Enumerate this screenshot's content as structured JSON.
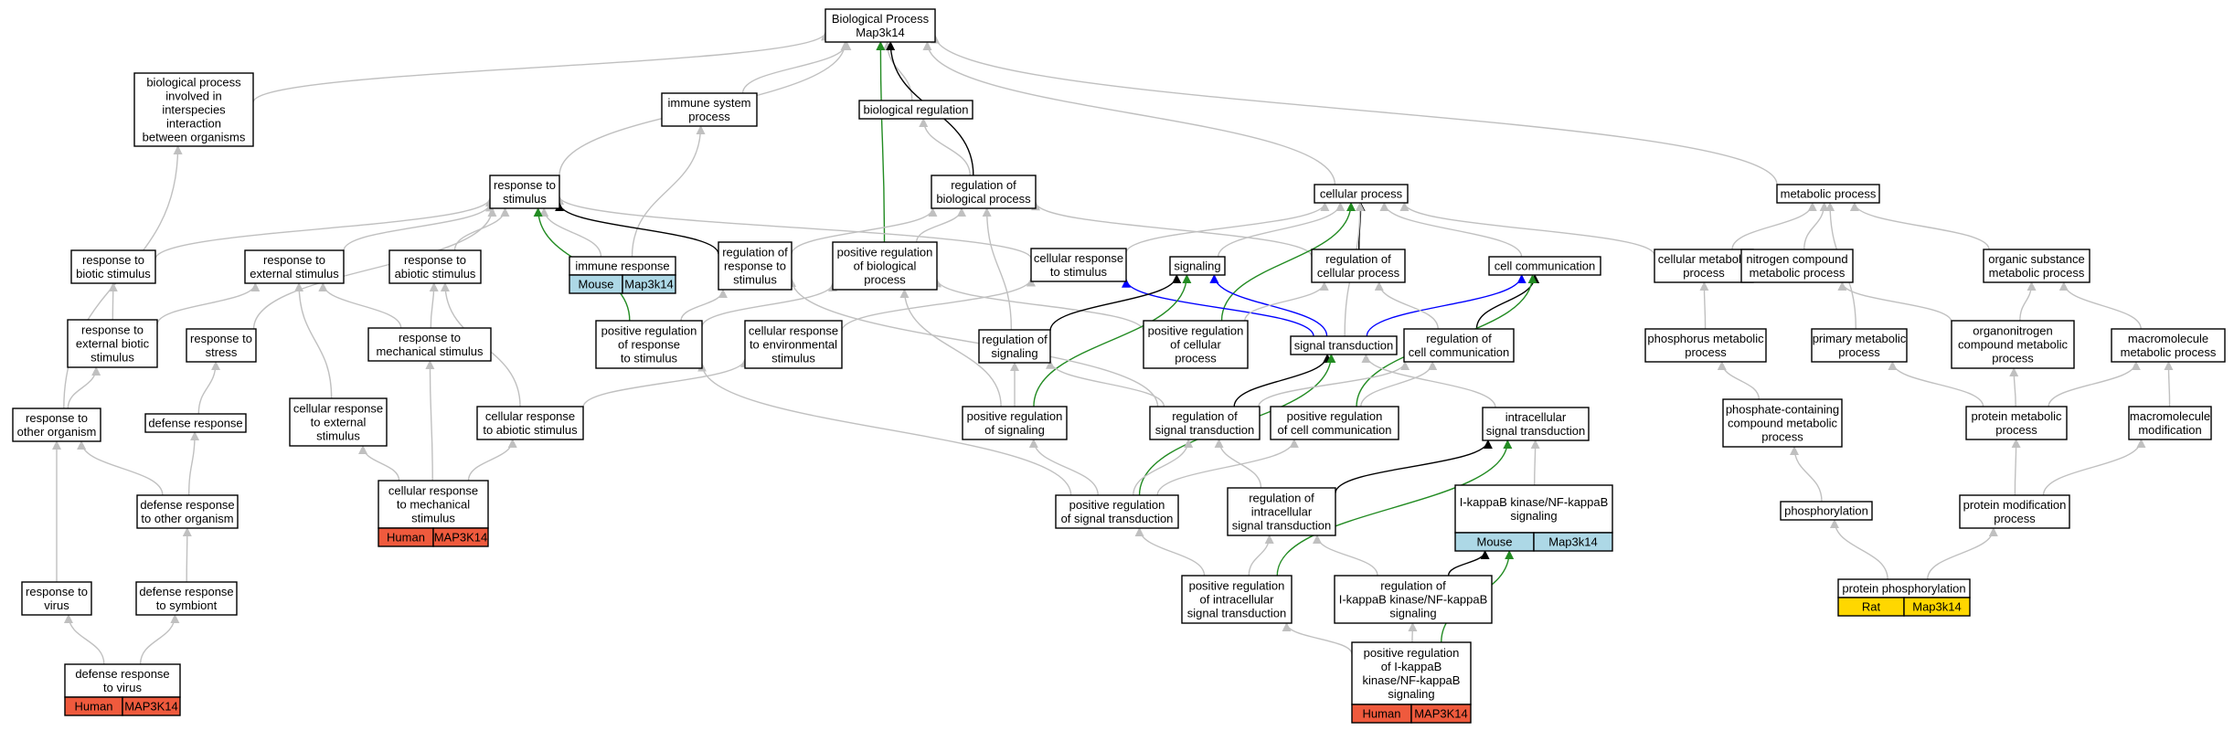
{
  "colors": {
    "gray": "#c0c0c0",
    "black": "#000000",
    "green": "#228b22",
    "blue": "#0000ff",
    "human": "#ef5a3d",
    "mouse": "#add8e6",
    "rat": "#ffd700"
  },
  "nodes": [
    {
      "id": "bp",
      "lines": [
        "Biological Process",
        "Map3k14"
      ]
    },
    {
      "id": "interspecies",
      "lines": [
        "biological process",
        "involved in",
        "interspecies",
        "interaction",
        "between organisms"
      ]
    },
    {
      "id": "immune_sys",
      "lines": [
        "immune system",
        "process"
      ]
    },
    {
      "id": "bio_reg",
      "lines": [
        "biological regulation"
      ]
    },
    {
      "id": "resp_stim",
      "lines": [
        "response to",
        "stimulus"
      ]
    },
    {
      "id": "reg_bio",
      "lines": [
        "regulation of",
        "biological process"
      ]
    },
    {
      "id": "cell_proc",
      "lines": [
        "cellular process"
      ]
    },
    {
      "id": "metab",
      "lines": [
        "metabolic process"
      ]
    },
    {
      "id": "resp_biotic",
      "lines": [
        "response to",
        "biotic stimulus"
      ]
    },
    {
      "id": "resp_ext",
      "lines": [
        "response to",
        "external stimulus"
      ]
    },
    {
      "id": "resp_abiotic",
      "lines": [
        "response to",
        "abiotic stimulus"
      ]
    },
    {
      "id": "immune_resp",
      "lines": [
        "immune response"
      ],
      "tags": [
        {
          "species": "Mouse",
          "gene": "Map3k14",
          "color": "mouse"
        }
      ]
    },
    {
      "id": "reg_resp_stim",
      "lines": [
        "regulation of",
        "response to",
        "stimulus"
      ]
    },
    {
      "id": "pos_reg_bio",
      "lines": [
        "positive regulation",
        "of biological",
        "process"
      ]
    },
    {
      "id": "cell_resp_stim",
      "lines": [
        "cellular response",
        "to stimulus"
      ]
    },
    {
      "id": "signaling",
      "lines": [
        "signaling"
      ]
    },
    {
      "id": "reg_cell_proc",
      "lines": [
        "regulation of",
        "cellular process"
      ]
    },
    {
      "id": "cell_comm",
      "lines": [
        "cell communication"
      ]
    },
    {
      "id": "cell_metab",
      "lines": [
        "cellular metabolic",
        "process"
      ]
    },
    {
      "id": "nitro",
      "lines": [
        "nitrogen compound",
        "metabolic process"
      ]
    },
    {
      "id": "org_sub",
      "lines": [
        "organic substance",
        "metabolic process"
      ]
    },
    {
      "id": "resp_ext_biotic",
      "lines": [
        "response to",
        "external biotic",
        "stimulus"
      ]
    },
    {
      "id": "resp_stress",
      "lines": [
        "response to",
        "stress"
      ]
    },
    {
      "id": "resp_mech",
      "lines": [
        "response to",
        "mechanical stimulus"
      ]
    },
    {
      "id": "pos_reg_resp_stim",
      "lines": [
        "positive regulation",
        "of response",
        "to stimulus"
      ]
    },
    {
      "id": "cell_resp_env",
      "lines": [
        "cellular response",
        "to environmental",
        "stimulus"
      ]
    },
    {
      "id": "reg_signaling",
      "lines": [
        "regulation of",
        "signaling"
      ]
    },
    {
      "id": "pos_reg_cell_proc",
      "lines": [
        "positive regulation",
        "of cellular",
        "process"
      ]
    },
    {
      "id": "sig_trans",
      "lines": [
        "signal transduction"
      ]
    },
    {
      "id": "reg_cell_comm",
      "lines": [
        "regulation of",
        "cell communication"
      ]
    },
    {
      "id": "phos_metab",
      "lines": [
        "phosphorus metabolic",
        "process"
      ]
    },
    {
      "id": "prim_metab",
      "lines": [
        "primary metabolic",
        "process"
      ]
    },
    {
      "id": "organonitro",
      "lines": [
        "organonitrogen",
        "compound metabolic",
        "process"
      ]
    },
    {
      "id": "macro_metab",
      "lines": [
        "macromolecule",
        "metabolic process"
      ]
    },
    {
      "id": "resp_other_org",
      "lines": [
        "response to",
        "other organism"
      ]
    },
    {
      "id": "defense_resp",
      "lines": [
        "defense response"
      ]
    },
    {
      "id": "cell_resp_ext",
      "lines": [
        "cellular response",
        "to external",
        "stimulus"
      ]
    },
    {
      "id": "cell_resp_abiotic",
      "lines": [
        "cellular response",
        "to abiotic stimulus"
      ]
    },
    {
      "id": "pos_reg_signaling",
      "lines": [
        "positive regulation",
        "of signaling"
      ]
    },
    {
      "id": "reg_sig_trans",
      "lines": [
        "regulation of",
        "signal transduction"
      ]
    },
    {
      "id": "pos_reg_cell_comm",
      "lines": [
        "positive regulation",
        "of cell communication"
      ]
    },
    {
      "id": "intra_sig",
      "lines": [
        "intracellular",
        "signal transduction"
      ]
    },
    {
      "id": "phosphate",
      "lines": [
        "phosphate-containing",
        "compound metabolic",
        "process"
      ]
    },
    {
      "id": "prot_metab",
      "lines": [
        "protein metabolic",
        "process"
      ]
    },
    {
      "id": "macro_mod",
      "lines": [
        "macromolecule",
        "modification"
      ]
    },
    {
      "id": "def_other_org",
      "lines": [
        "defense response",
        "to other organism"
      ]
    },
    {
      "id": "cell_resp_mech",
      "lines": [
        "cellular response",
        "to mechanical",
        "stimulus"
      ],
      "tags": [
        {
          "species": "Human",
          "gene": "MAP3K14",
          "color": "human"
        }
      ]
    },
    {
      "id": "pos_reg_sig_trans",
      "lines": [
        "positive regulation",
        "of signal transduction"
      ]
    },
    {
      "id": "reg_intra_sig",
      "lines": [
        "regulation of",
        "intracellular",
        "signal transduction"
      ]
    },
    {
      "id": "ikb_sig",
      "lines": [
        "I-kappaB kinase/NF-kappaB",
        "signaling"
      ],
      "tags": [
        {
          "species": "Mouse",
          "gene": "Map3k14",
          "color": "mouse"
        }
      ]
    },
    {
      "id": "phosphorylation",
      "lines": [
        "phosphorylation"
      ]
    },
    {
      "id": "prot_mod",
      "lines": [
        "protein modification",
        "process"
      ]
    },
    {
      "id": "resp_virus",
      "lines": [
        "response to",
        "virus"
      ]
    },
    {
      "id": "def_symbiont",
      "lines": [
        "defense response",
        "to symbiont"
      ]
    },
    {
      "id": "pos_reg_intra_sig",
      "lines": [
        "positive regulation",
        "of intracellular",
        "signal transduction"
      ]
    },
    {
      "id": "reg_ikb",
      "lines": [
        "regulation of",
        "I-kappaB kinase/NF-kappaB",
        "signaling"
      ]
    },
    {
      "id": "prot_phos",
      "lines": [
        "protein phosphorylation"
      ],
      "tags": [
        {
          "species": "Rat",
          "gene": "Map3k14",
          "color": "rat"
        }
      ]
    },
    {
      "id": "def_virus",
      "lines": [
        "defense response",
        "to virus"
      ],
      "tags": [
        {
          "species": "Human",
          "gene": "MAP3K14",
          "color": "human"
        }
      ]
    },
    {
      "id": "pos_reg_ikb",
      "lines": [
        "positive regulation",
        "of I-kappaB",
        "kinase/NF-kappaB",
        "signaling"
      ],
      "tags": [
        {
          "species": "Human",
          "gene": "MAP3K14",
          "color": "human"
        }
      ]
    }
  ],
  "edges": [
    {
      "from": "interspecies",
      "to": "bp",
      "color": "gray"
    },
    {
      "from": "immune_sys",
      "to": "bp",
      "color": "gray"
    },
    {
      "from": "bio_reg",
      "to": "bp",
      "color": "gray"
    },
    {
      "from": "resp_stim",
      "to": "bp",
      "color": "gray"
    },
    {
      "from": "reg_bio",
      "to": "bp",
      "color": "black"
    },
    {
      "from": "pos_reg_bio",
      "to": "bp",
      "color": "green"
    },
    {
      "from": "cell_proc",
      "to": "bp",
      "color": "gray"
    },
    {
      "from": "metab",
      "to": "bp",
      "color": "gray"
    },
    {
      "from": "reg_bio",
      "to": "bio_reg",
      "color": "gray"
    },
    {
      "from": "immune_resp",
      "to": "immune_sys",
      "color": "gray"
    },
    {
      "from": "immune_resp",
      "to": "resp_stim",
      "color": "gray"
    },
    {
      "from": "resp_other_org",
      "to": "interspecies",
      "color": "gray"
    },
    {
      "from": "resp_biotic",
      "to": "resp_stim",
      "color": "gray"
    },
    {
      "from": "resp_ext",
      "to": "resp_stim",
      "color": "gray"
    },
    {
      "from": "resp_abiotic",
      "to": "resp_stim",
      "color": "gray"
    },
    {
      "from": "resp_stress",
      "to": "resp_stim",
      "color": "gray"
    },
    {
      "from": "cell_resp_stim",
      "to": "resp_stim",
      "color": "gray"
    },
    {
      "from": "reg_resp_stim",
      "to": "resp_stim",
      "color": "black"
    },
    {
      "from": "pos_reg_resp_stim",
      "to": "resp_stim",
      "color": "green"
    },
    {
      "from": "reg_resp_stim",
      "to": "reg_bio",
      "color": "gray"
    },
    {
      "from": "pos_reg_bio",
      "to": "reg_bio",
      "color": "gray"
    },
    {
      "from": "reg_signaling",
      "to": "reg_bio",
      "color": "gray"
    },
    {
      "from": "reg_cell_proc",
      "to": "reg_bio",
      "color": "gray"
    },
    {
      "from": "signaling",
      "to": "cell_proc",
      "color": "gray"
    },
    {
      "from": "cell_resp_stim",
      "to": "cell_proc",
      "color": "gray"
    },
    {
      "from": "reg_cell_proc",
      "to": "cell_proc",
      "color": "black"
    },
    {
      "from": "pos_reg_cell_proc",
      "to": "cell_proc",
      "color": "green"
    },
    {
      "from": "cell_comm",
      "to": "cell_proc",
      "color": "gray"
    },
    {
      "from": "cell_metab",
      "to": "cell_proc",
      "color": "gray"
    },
    {
      "from": "sig_trans",
      "to": "cell_proc",
      "color": "gray"
    },
    {
      "from": "cell_metab",
      "to": "metab",
      "color": "gray"
    },
    {
      "from": "nitro",
      "to": "metab",
      "color": "gray"
    },
    {
      "from": "org_sub",
      "to": "metab",
      "color": "gray"
    },
    {
      "from": "prim_metab",
      "to": "metab",
      "color": "gray"
    },
    {
      "from": "resp_ext_biotic",
      "to": "resp_biotic",
      "color": "gray"
    },
    {
      "from": "resp_ext_biotic",
      "to": "resp_ext",
      "color": "gray"
    },
    {
      "from": "resp_mech",
      "to": "resp_ext",
      "color": "gray"
    },
    {
      "from": "resp_mech",
      "to": "resp_abiotic",
      "color": "gray"
    },
    {
      "from": "cell_resp_ext",
      "to": "resp_ext",
      "color": "gray"
    },
    {
      "from": "cell_resp_abiotic",
      "to": "resp_abiotic",
      "color": "gray"
    },
    {
      "from": "pos_reg_resp_stim",
      "to": "reg_resp_stim",
      "color": "gray"
    },
    {
      "from": "pos_reg_resp_stim",
      "to": "pos_reg_bio",
      "color": "gray"
    },
    {
      "from": "pos_reg_cell_proc",
      "to": "pos_reg_bio",
      "color": "gray"
    },
    {
      "from": "pos_reg_signaling",
      "to": "pos_reg_bio",
      "color": "gray"
    },
    {
      "from": "cell_resp_env",
      "to": "cell_resp_stim",
      "color": "gray"
    },
    {
      "from": "sig_trans",
      "to": "cell_resp_stim",
      "color": "blue"
    },
    {
      "from": "sig_trans",
      "to": "signaling",
      "color": "blue"
    },
    {
      "from": "reg_signaling",
      "to": "signaling",
      "color": "black"
    },
    {
      "from": "pos_reg_signaling",
      "to": "signaling",
      "color": "green"
    },
    {
      "from": "sig_trans",
      "to": "cell_comm",
      "color": "blue"
    },
    {
      "from": "reg_cell_comm",
      "to": "cell_comm",
      "color": "black"
    },
    {
      "from": "pos_reg_cell_comm",
      "to": "cell_comm",
      "color": "green"
    },
    {
      "from": "reg_cell_comm",
      "to": "reg_cell_proc",
      "color": "gray"
    },
    {
      "from": "pos_reg_cell_proc",
      "to": "reg_cell_proc",
      "color": "gray"
    },
    {
      "from": "phos_metab",
      "to": "cell_metab",
      "color": "gray"
    },
    {
      "from": "organonitro",
      "to": "nitro",
      "color": "gray"
    },
    {
      "from": "organonitro",
      "to": "org_sub",
      "color": "gray"
    },
    {
      "from": "macro_metab",
      "to": "org_sub",
      "color": "gray"
    },
    {
      "from": "resp_other_org",
      "to": "resp_ext_biotic",
      "color": "gray"
    },
    {
      "from": "defense_resp",
      "to": "resp_stress",
      "color": "gray"
    },
    {
      "from": "cell_resp_mech",
      "to": "resp_mech",
      "color": "gray"
    },
    {
      "from": "cell_resp_abiotic",
      "to": "cell_resp_env",
      "color": "gray"
    },
    {
      "from": "pos_reg_signaling",
      "to": "reg_signaling",
      "color": "gray"
    },
    {
      "from": "reg_sig_trans",
      "to": "reg_signaling",
      "color": "gray"
    },
    {
      "from": "reg_sig_trans",
      "to": "reg_resp_stim",
      "color": "gray"
    },
    {
      "from": "reg_sig_trans",
      "to": "sig_trans",
      "color": "black"
    },
    {
      "from": "pos_reg_sig_trans",
      "to": "sig_trans",
      "color": "green"
    },
    {
      "from": "intra_sig",
      "to": "sig_trans",
      "color": "gray"
    },
    {
      "from": "reg_sig_trans",
      "to": "reg_cell_comm",
      "color": "gray"
    },
    {
      "from": "pos_reg_cell_comm",
      "to": "reg_cell_comm",
      "color": "gray"
    },
    {
      "from": "phosphate",
      "to": "phos_metab",
      "color": "gray"
    },
    {
      "from": "prot_metab",
      "to": "prim_metab",
      "color": "gray"
    },
    {
      "from": "prot_metab",
      "to": "organonitro",
      "color": "gray"
    },
    {
      "from": "prot_metab",
      "to": "macro_metab",
      "color": "gray"
    },
    {
      "from": "macro_mod",
      "to": "macro_metab",
      "color": "gray"
    },
    {
      "from": "def_other_org",
      "to": "resp_other_org",
      "color": "gray"
    },
    {
      "from": "def_other_org",
      "to": "defense_resp",
      "color": "gray"
    },
    {
      "from": "resp_virus",
      "to": "resp_other_org",
      "color": "gray"
    },
    {
      "from": "cell_resp_mech",
      "to": "cell_resp_ext",
      "color": "gray"
    },
    {
      "from": "cell_resp_mech",
      "to": "cell_resp_abiotic",
      "color": "gray"
    },
    {
      "from": "pos_reg_sig_trans",
      "to": "pos_reg_signaling",
      "color": "gray"
    },
    {
      "from": "pos_reg_sig_trans",
      "to": "reg_sig_trans",
      "color": "gray"
    },
    {
      "from": "pos_reg_sig_trans",
      "to": "pos_reg_cell_comm",
      "color": "gray"
    },
    {
      "from": "pos_reg_sig_trans",
      "to": "pos_reg_resp_stim",
      "color": "gray"
    },
    {
      "from": "reg_intra_sig",
      "to": "reg_sig_trans",
      "color": "gray"
    },
    {
      "from": "reg_intra_sig",
      "to": "intra_sig",
      "color": "black"
    },
    {
      "from": "pos_reg_intra_sig",
      "to": "intra_sig",
      "color": "green"
    },
    {
      "from": "ikb_sig",
      "to": "intra_sig",
      "color": "gray"
    },
    {
      "from": "phosphorylation",
      "to": "phosphate",
      "color": "gray"
    },
    {
      "from": "prot_mod",
      "to": "prot_metab",
      "color": "gray"
    },
    {
      "from": "prot_mod",
      "to": "macro_mod",
      "color": "gray"
    },
    {
      "from": "def_symbiont",
      "to": "def_other_org",
      "color": "gray"
    },
    {
      "from": "pos_reg_intra_sig",
      "to": "pos_reg_sig_trans",
      "color": "gray"
    },
    {
      "from": "pos_reg_intra_sig",
      "to": "reg_intra_sig",
      "color": "gray"
    },
    {
      "from": "reg_ikb",
      "to": "reg_intra_sig",
      "color": "gray"
    },
    {
      "from": "reg_ikb",
      "to": "ikb_sig",
      "color": "black"
    },
    {
      "from": "pos_reg_ikb",
      "to": "ikb_sig",
      "color": "green"
    },
    {
      "from": "pos_reg_ikb",
      "to": "reg_ikb",
      "color": "gray"
    },
    {
      "from": "pos_reg_ikb",
      "to": "pos_reg_intra_sig",
      "color": "gray"
    },
    {
      "from": "prot_phos",
      "to": "phosphorylation",
      "color": "gray"
    },
    {
      "from": "prot_phos",
      "to": "prot_mod",
      "color": "gray"
    },
    {
      "from": "def_virus",
      "to": "resp_virus",
      "color": "gray"
    },
    {
      "from": "def_virus",
      "to": "def_symbiont",
      "color": "gray"
    }
  ]
}
